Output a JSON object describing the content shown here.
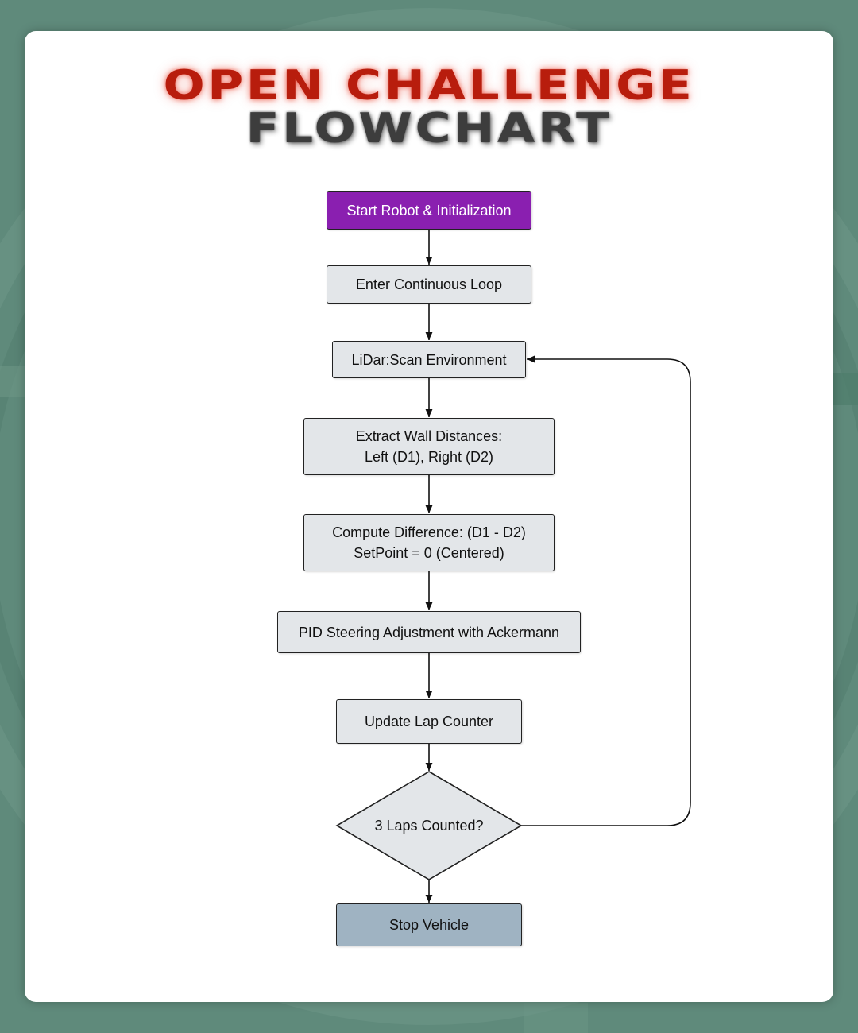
{
  "title": {
    "line1": "OPEN CHALLENGE",
    "line2": "FLOWCHART"
  },
  "nodes": {
    "start": "Start Robot & Initialization",
    "loop": "Enter Continuous Loop",
    "lidar": "LiDar:Scan Environment",
    "extract": {
      "line1": "Extract Wall Distances:",
      "line2": "Left (D1), Right (D2)"
    },
    "compute": {
      "line1": "Compute Difference: (D1 - D2)",
      "line2": "SetPoint = 0 (Centered)"
    },
    "pid": "PID Steering Adjustment with Ackermann",
    "lap": "Update Lap Counter",
    "decision": "3 Laps Counted?",
    "stop": "Stop Vehicle"
  },
  "colors": {
    "background": "#5f8a7b",
    "start_node": "#8a1fb0",
    "process_node": "#e3e6e9",
    "stop_node": "#9fb3c2",
    "title_red": "#b81d0d",
    "title_dark": "#3d3d3d"
  }
}
